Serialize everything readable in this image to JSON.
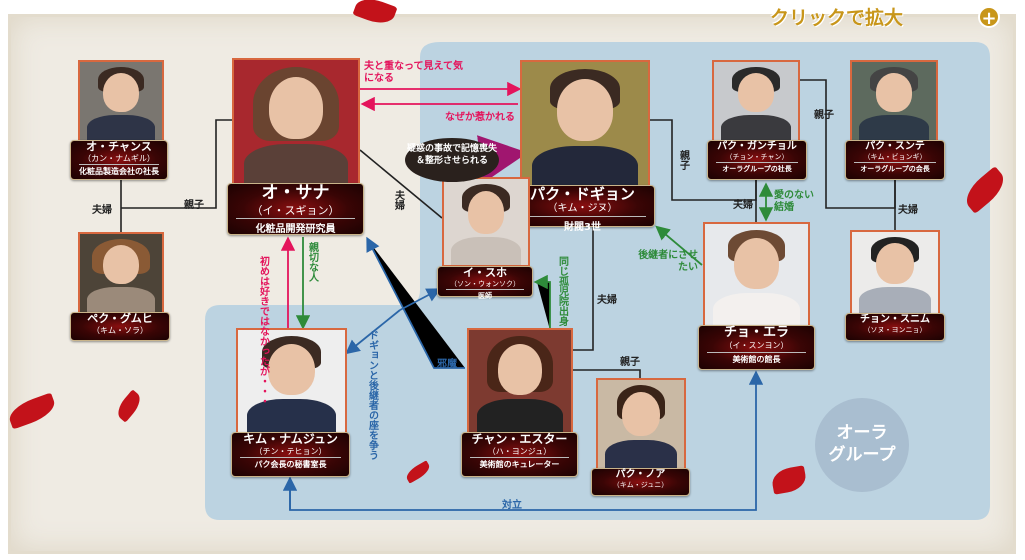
{
  "header": {
    "zoom_label": "クリックで拡大",
    "zoom_icon": "magnifier-plus-icon"
  },
  "group": {
    "name_line1": "オーラ",
    "name_line2": "グループ"
  },
  "characters": {
    "chansu": {
      "name": "オ・チャンス",
      "actor": "（カン・ナムギル）",
      "role": "化粧品製造会社の社長"
    },
    "gumhi": {
      "name": "ペク・グムヒ",
      "actor": "（キム・ソラ）"
    },
    "sana": {
      "name": "オ・サナ",
      "actor": "（イ・スギョン）",
      "role": "化粧品開発研究員"
    },
    "dogyon": {
      "name": "パク・ドギョン",
      "actor": "（キム・ジヌ）",
      "role": "財閥3世"
    },
    "suho": {
      "name": "イ・スホ",
      "actor": "（ソン・ウォンソク）",
      "role": "医師"
    },
    "gancheol": {
      "name": "パク・ガンチョル",
      "actor": "（チョン・チャン）",
      "role": "オーラグループの社長"
    },
    "sunte": {
      "name": "パク・スンテ",
      "actor": "（キム・ビョンギ）",
      "role": "オーラグループの会長"
    },
    "era": {
      "name": "チョ・エラ",
      "actor": "（イ・スンヨン）",
      "role": "美術館の館長"
    },
    "sunim": {
      "name": "チョン・スニム",
      "actor": "（ソヌ・ヨンニョ）"
    },
    "namjun": {
      "name": "キム・ナムジュン",
      "actor": "（チン・テヒョン）",
      "role": "パク会長の秘書室長"
    },
    "esther": {
      "name": "チャン・エスター",
      "actor": "（ハ・ヨンジュ）",
      "role": "美術館のキュレーター"
    },
    "noa": {
      "name": "パク・ノア",
      "actor": "（キム・ジュニ）"
    }
  },
  "relations": {
    "fuufu": "夫婦",
    "oyako": "親子",
    "sana_to_dogyon": "夫と重なって見えて気になる",
    "dogyon_to_sana": "なぜか惹かれる",
    "bubble": "疑惑の事故で記憶喪失＆整形させられる",
    "kind": "親切な人",
    "first_dislike": "初めは好きではなかったが・・・",
    "same_orphanage": "同じ孤児院出身",
    "successor": "後継者にさせたい",
    "loveless": "愛のない結婚",
    "compete": "ドギョンと後継者の座を争う",
    "obstruct": "邪魔",
    "conflict": "対立"
  },
  "colors": {
    "pink": "#e4145c",
    "green": "#2e8b3a",
    "blue": "#2b66a8",
    "group_bg": "#bcd3e1",
    "label_red": "#8a0f10"
  }
}
